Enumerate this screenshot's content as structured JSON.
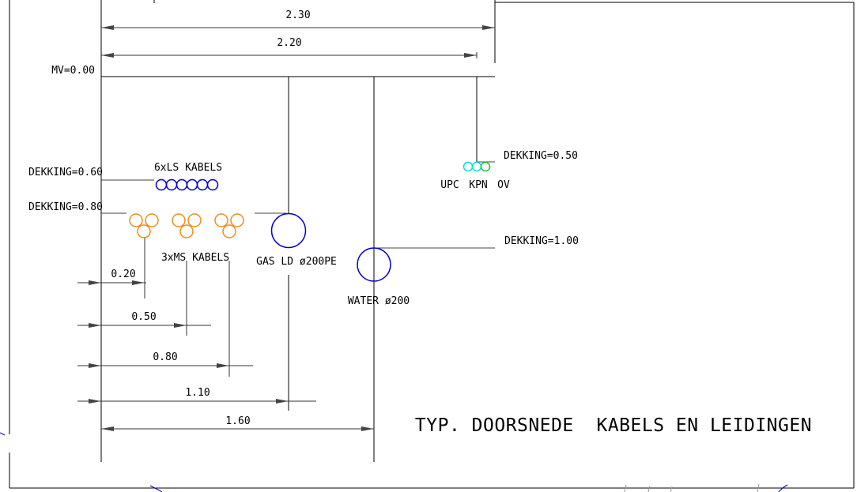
{
  "drawing": {
    "title": "TYP. DOORSNEDE  KABELS EN LEIDINGEN",
    "ground_level": "MV=0.00",
    "depth_labels": {
      "ls": "DEKKING=0.60",
      "ms": "DEKKING=0.80",
      "telecom": "DEKKING=0.50",
      "water": "DEKKING=1.00"
    },
    "utilities": {
      "ls_cables": "6xLS KABELS",
      "ms_cables": "3xMS KABELS",
      "gas": "GAS LD ø200PE",
      "water": "WATER ø200",
      "telecom": [
        "UPC",
        "KPN",
        "OV"
      ]
    },
    "dimensions": {
      "top": [
        "2.30",
        "2.20"
      ],
      "offsets": [
        "0.20",
        "0.50",
        "0.80",
        "1.10",
        "1.60"
      ]
    },
    "colors": {
      "line": "#000000",
      "ls_cable": "#0000cc",
      "ms_cable": "#f08c1e",
      "gas": "#0000cc",
      "water": "#0000cc",
      "upc": "#00e0e0",
      "kpn": "#00e0e0",
      "ov": "#22cc22"
    }
  }
}
